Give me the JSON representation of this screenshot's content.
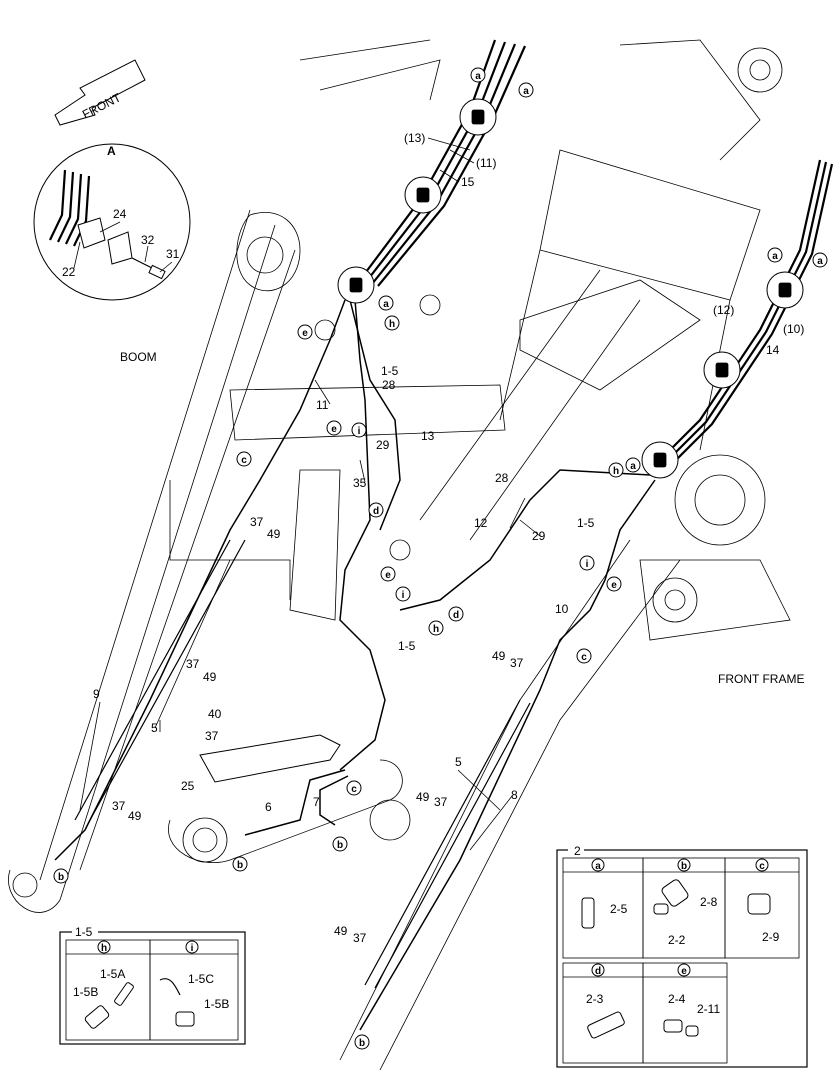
{
  "labels": {
    "front": "FRONT",
    "boom": "BOOM",
    "front_frame": "FRONT FRAME",
    "detail_a": "A"
  },
  "callouts": [
    {
      "id": "c1",
      "text": "(13)"
    },
    {
      "id": "c2",
      "text": "(11)"
    },
    {
      "id": "c3",
      "text": "15"
    },
    {
      "id": "c4",
      "text": "24"
    },
    {
      "id": "c5",
      "text": "32"
    },
    {
      "id": "c6",
      "text": "31"
    },
    {
      "id": "c7",
      "text": "22"
    },
    {
      "id": "c8",
      "text": "1-5"
    },
    {
      "id": "c9",
      "text": "28"
    },
    {
      "id": "c10",
      "text": "29"
    },
    {
      "id": "c11",
      "text": "13"
    },
    {
      "id": "c12",
      "text": "11"
    },
    {
      "id": "c13",
      "text": "35"
    },
    {
      "id": "c14",
      "text": "37"
    },
    {
      "id": "c15",
      "text": "49"
    },
    {
      "id": "c16",
      "text": "28"
    },
    {
      "id": "c17",
      "text": "12"
    },
    {
      "id": "c18",
      "text": "29"
    },
    {
      "id": "c19",
      "text": "1-5"
    },
    {
      "id": "c20",
      "text": "1-5"
    },
    {
      "id": "c21",
      "text": "10"
    },
    {
      "id": "c22",
      "text": "(12)"
    },
    {
      "id": "c23",
      "text": "(10)"
    },
    {
      "id": "c24",
      "text": "14"
    },
    {
      "id": "c25",
      "text": "37"
    },
    {
      "id": "c26",
      "text": "49"
    },
    {
      "id": "c27",
      "text": "9"
    },
    {
      "id": "c28",
      "text": "5"
    },
    {
      "id": "c29",
      "text": "40"
    },
    {
      "id": "c30",
      "text": "37"
    },
    {
      "id": "c31",
      "text": "25"
    },
    {
      "id": "c32",
      "text": "6"
    },
    {
      "id": "c33",
      "text": "7"
    },
    {
      "id": "c34",
      "text": "37"
    },
    {
      "id": "c35",
      "text": "49"
    },
    {
      "id": "c36",
      "text": "49"
    },
    {
      "id": "c37",
      "text": "37"
    },
    {
      "id": "c38",
      "text": "5"
    },
    {
      "id": "c39",
      "text": "8"
    },
    {
      "id": "c40",
      "text": "49"
    },
    {
      "id": "c41",
      "text": "37"
    },
    {
      "id": "c42",
      "text": "49"
    },
    {
      "id": "c43",
      "text": "37"
    }
  ],
  "circle_letters": {
    "a": "a",
    "b": "b",
    "c": "c",
    "d": "d",
    "e": "e",
    "h": "h",
    "i": "i"
  },
  "box_2": {
    "title": "2",
    "cells": [
      {
        "letter": "a",
        "parts": [
          "2-5"
        ]
      },
      {
        "letter": "b",
        "parts": [
          "2-8",
          "2-2"
        ]
      },
      {
        "letter": "c",
        "parts": [
          "2-9"
        ]
      },
      {
        "letter": "d",
        "parts": [
          "2-3"
        ]
      },
      {
        "letter": "e",
        "parts": [
          "2-4",
          "2-11"
        ]
      }
    ]
  },
  "box_1_5": {
    "title": "1-5",
    "cells": [
      {
        "letter": "h",
        "parts": [
          "1-5A",
          "1-5B"
        ]
      },
      {
        "letter": "i",
        "parts": [
          "1-5C",
          "1-5B"
        ]
      }
    ]
  }
}
